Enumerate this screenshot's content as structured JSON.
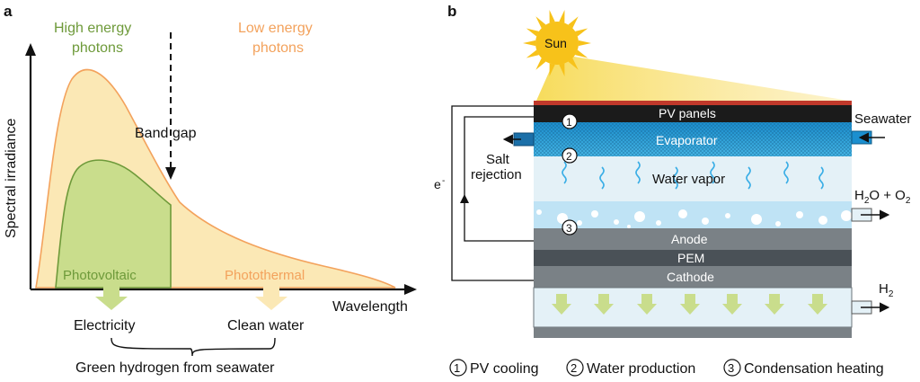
{
  "panel_a": {
    "label": "a",
    "high_energy_line1": "High energy",
    "high_energy_line2": "photons",
    "low_energy_line1": "Low energy",
    "low_energy_line2": "photons",
    "band_gap": "Band gap",
    "y_axis": "Spectral irradiance",
    "x_axis": "Wavelength",
    "photovoltaic": "Photovoltaic",
    "photothermal": "Photothermal",
    "electricity": "Electricity",
    "clean_water": "Clean water",
    "green_hydrogen": "Green hydrogen from seawater"
  },
  "panel_b": {
    "label": "b",
    "sun": "Sun",
    "pv_panels": "PV panels",
    "seawater": "Seawater",
    "evaporator": "Evaporator",
    "salt_line1": "Salt",
    "salt_line2": "rejection",
    "electron": "e",
    "electron_sup": "-",
    "water_vapor": "Water vapor",
    "h2o_o2": "H",
    "h2o_sub": "2",
    "h2o_mid": "O + O",
    "o2_sub": "2",
    "anode": "Anode",
    "pem": "PEM",
    "cathode": "Cathode",
    "h2": "H",
    "h2_sub": "2",
    "marker_1": "1",
    "marker_2": "2",
    "marker_3": "3"
  },
  "legend": {
    "n1": "1",
    "t1": "PV cooling",
    "n2": "2",
    "t2": "Water production",
    "n3": "3",
    "t3": "Condensation heating"
  },
  "colors": {
    "spectrum_fill": "#fbe8b5",
    "spectrum_stroke": "#f3a25c",
    "pv_fill": "#c9dd8c",
    "pv_stroke": "#6e9a3a",
    "green_text": "#6e9a3a",
    "orange_text": "#f3a25c",
    "evaporator": "#2aa3d8",
    "vapor": "#3aaee6",
    "sun": "#f7c21a",
    "anode": "#7a8186",
    "pem": "#4a5157",
    "channel_fill": "#e4f1f7"
  }
}
